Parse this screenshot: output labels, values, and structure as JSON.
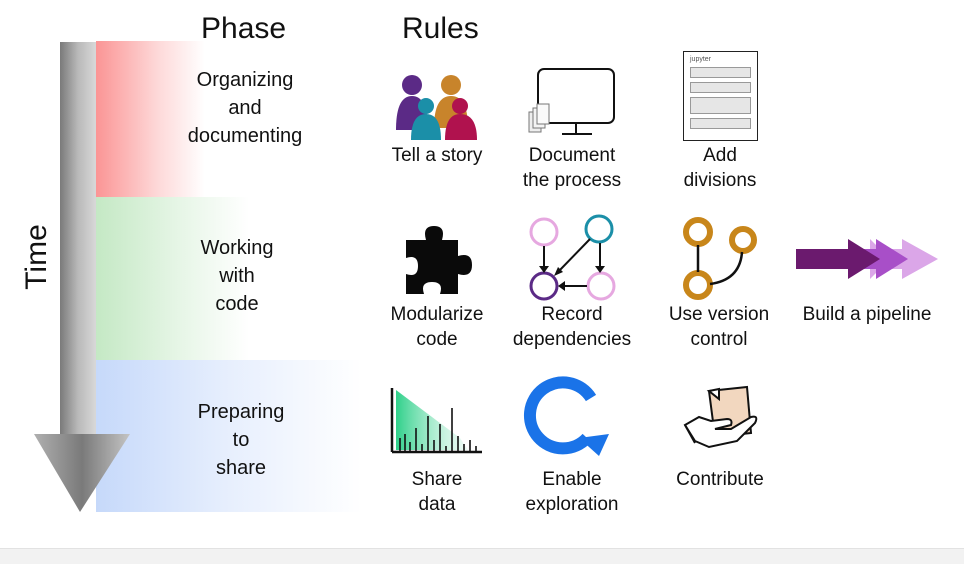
{
  "headers": {
    "phase": "Phase",
    "rules": "Rules"
  },
  "axis": {
    "time": "Time"
  },
  "phases": [
    {
      "label_l1": "Organizing",
      "label_l2": "and",
      "label_l3": "documenting"
    },
    {
      "label_l1": "Working",
      "label_l2": "with",
      "label_l3": "code"
    },
    {
      "label_l1": "Preparing",
      "label_l2": "to",
      "label_l3": "share"
    }
  ],
  "rules": {
    "tell_story": {
      "l1": "Tell a story",
      "icon": "people-icon"
    },
    "document_process": {
      "l1": "Document",
      "l2": "the process",
      "icon": "monitor-icon"
    },
    "add_divisions": {
      "l1": "Add",
      "l2": "divisions",
      "icon": "notebook-icon",
      "notebook_brand": "jupyter"
    },
    "modularize_code": {
      "l1": "Modularize",
      "l2": "code",
      "icon": "puzzle-piece-icon"
    },
    "record_dependencies": {
      "l1": "Record",
      "l2": "dependencies",
      "icon": "dependency-graph-icon"
    },
    "use_version_control": {
      "l1": "Use version",
      "l2": "control",
      "icon": "git-branch-icon"
    },
    "build_pipeline": {
      "l1": "Build a pipeline",
      "icon": "pipeline-arrows-icon"
    },
    "share_data": {
      "l1": "Share",
      "l2": "data",
      "icon": "data-plot-icon"
    },
    "enable_exploration": {
      "l1": "Enable",
      "l2": "exploration",
      "icon": "refresh-arrow-icon"
    },
    "contribute": {
      "l1": "Contribute",
      "icon": "hand-document-icon"
    }
  },
  "colors": {
    "phase1": "#f8a0a0",
    "phase2": "#c8eac8",
    "phase3": "#cfdefa",
    "purple": "#5b2a86",
    "orange": "#c8842b",
    "teal": "#1b8fa8",
    "crimson": "#b0124e",
    "blue": "#1a73e8",
    "gold": "#c8861a",
    "pink": "#e6a8e0"
  }
}
